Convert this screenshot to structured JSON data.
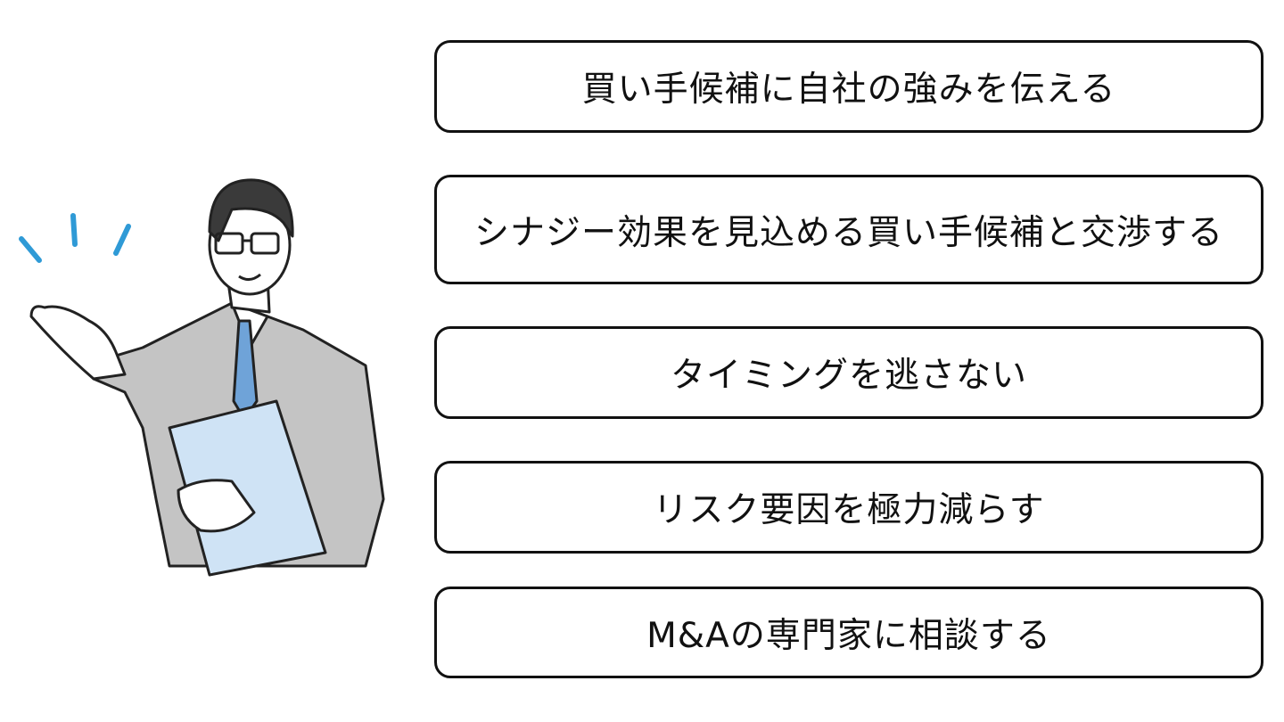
{
  "points": [
    {
      "label": "買い手候補に自社の強みを伝える"
    },
    {
      "label": "シナジー効果を見込める買い手候補と交渉する"
    },
    {
      "label": "タイミングを逃さない"
    },
    {
      "label": "リスク要因を極力減らす"
    },
    {
      "label": "M&Aの専門家に相談する"
    }
  ],
  "colors": {
    "suit": "#c4c4c4",
    "tie": "#6fa3d8",
    "folder": "#cfe3f5",
    "accent_lines": "#2f9ad6",
    "hair": "#3a3a3a"
  }
}
